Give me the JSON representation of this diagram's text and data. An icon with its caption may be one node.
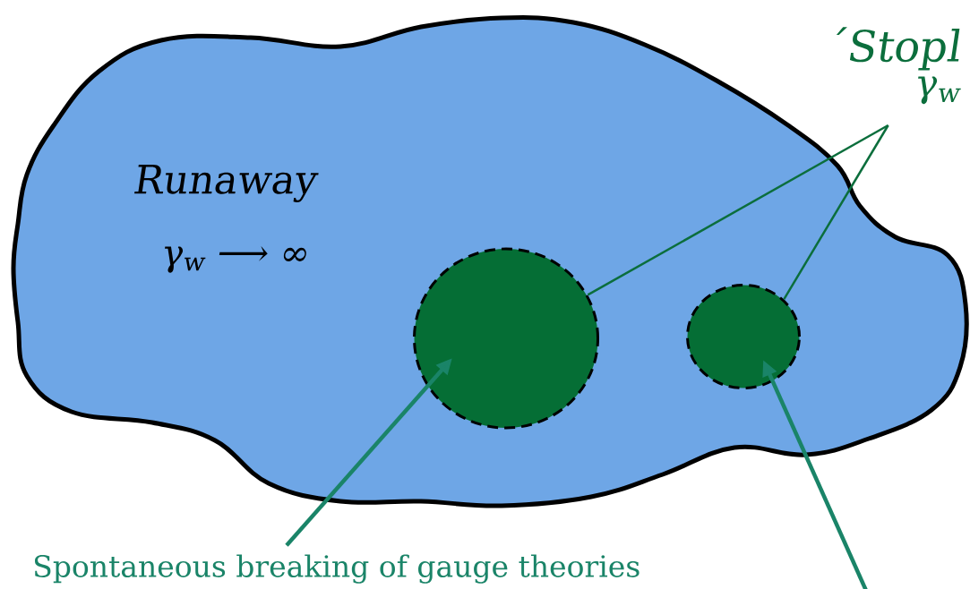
{
  "diagram": {
    "nodes": [
      {
        "text": [
          "Runaway",
          "γ$_{w}$ ⟶ ∞"
        ]
      },
      {
        "text": [],
        "shape": "circle",
        "in": 0
      },
      {
        "text": [],
        "shape": "circle",
        "in": 0
      },
      {
        "text": [
          "´Stopl",
          "γ$_{w}$"
        ]
      },
      {
        "text": [
          "Spontaneous breaking of gauge theories"
        ]
      }
    ],
    "edges": [
      {
        "from": 3,
        "to": 1,
        "arrow": "none",
        "color": "#0b6e3c"
      },
      {
        "from": 3,
        "to": 2,
        "arrow": "none",
        "color": "#0b6e3c"
      },
      {
        "from": 4,
        "to": 1,
        "arrow": "to",
        "style": "thick",
        "color": "#1a8468"
      },
      {
        "from": null,
        "to": 2,
        "arrow": "to",
        "style": "thick",
        "color": "#1a8468"
      }
    ]
  }
}
